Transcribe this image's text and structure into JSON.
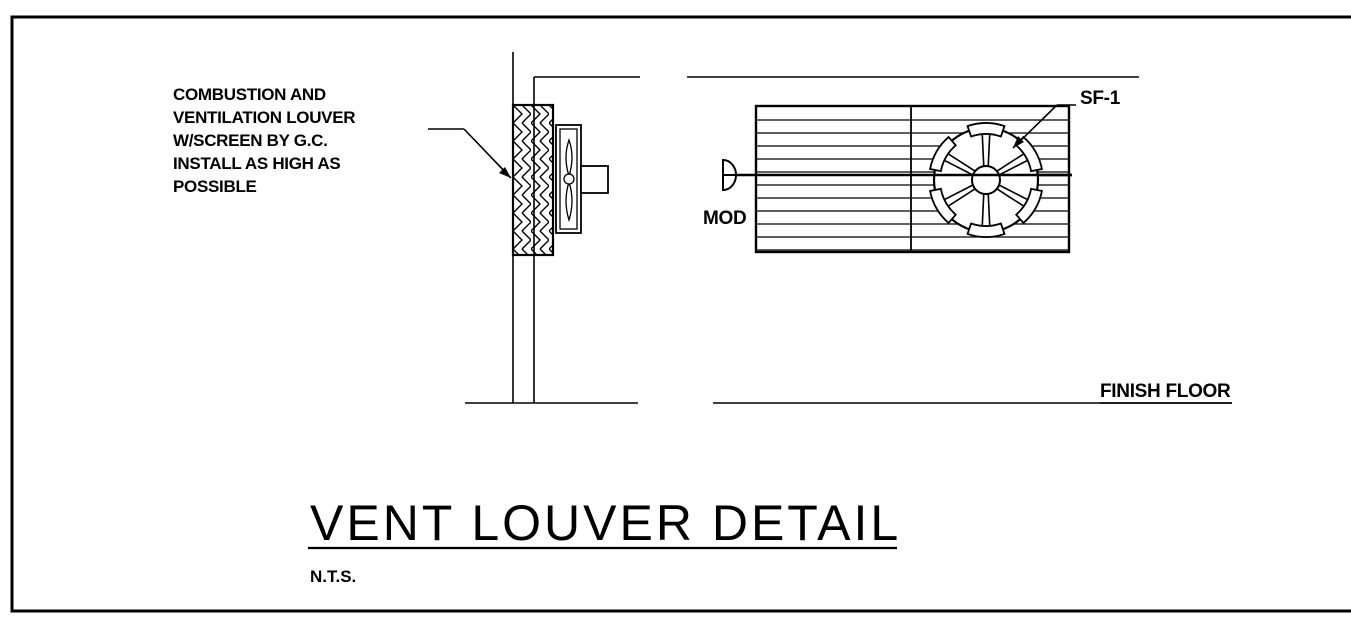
{
  "drawing": {
    "note_lines": [
      "COMBUSTION AND",
      "VENTILATION LOUVER",
      "W/SCREEN BY G.C.",
      "INSTALL AS HIGH AS",
      "POSSIBLE"
    ],
    "fan_tag": "SF-1",
    "damper_label": "MOD",
    "floor_label": "FINISH FLOOR",
    "title": "VENT LOUVER DETAIL",
    "scale_note": "N.T.S."
  }
}
